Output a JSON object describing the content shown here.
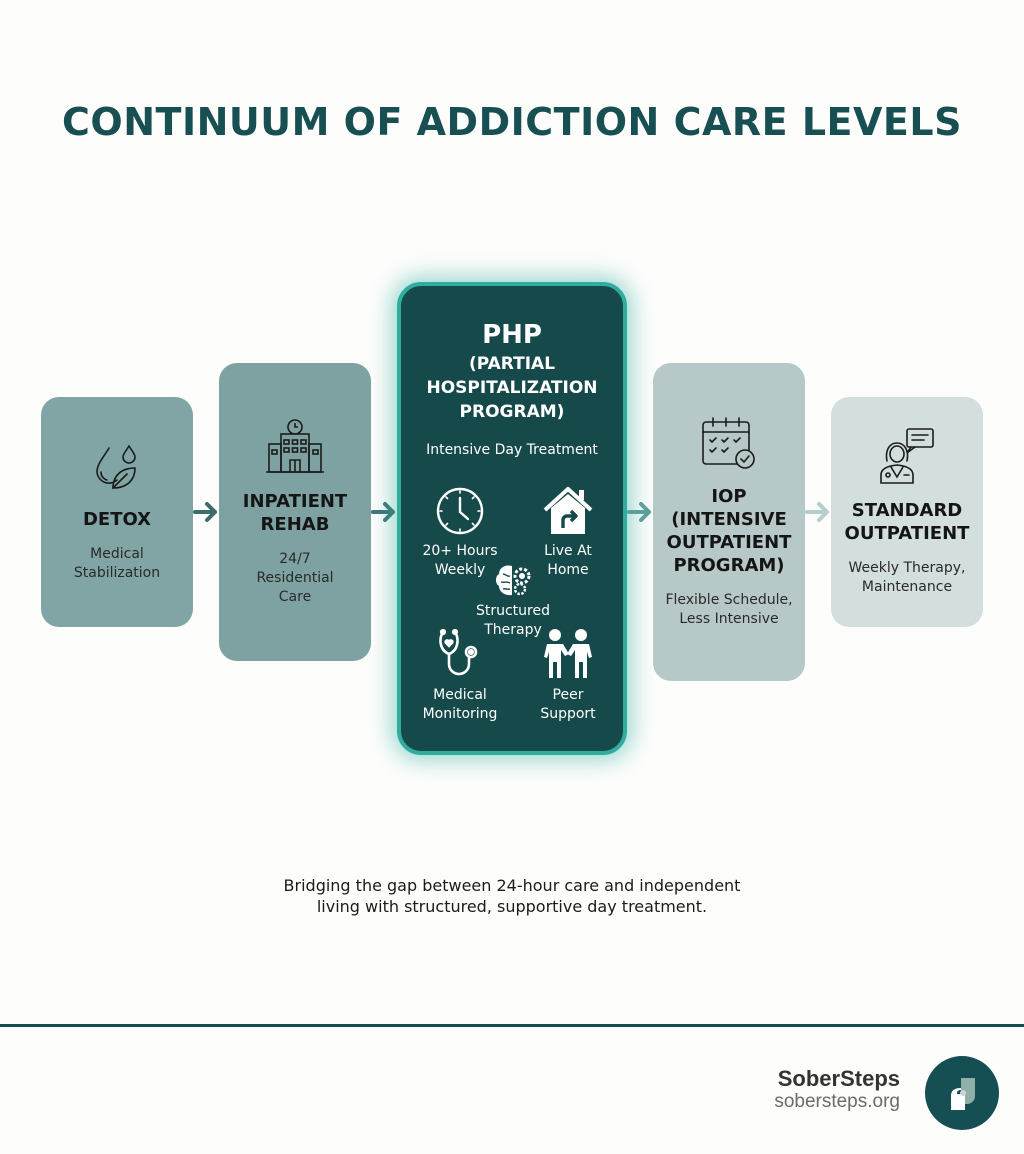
{
  "title": "CONTINUUM OF ADDICTION CARE LEVELS",
  "colors": {
    "title": "#174f52",
    "php_bg": "#16494a",
    "php_border": "#2fae9e",
    "detox_bg": "#81a5a4",
    "inpatient_bg": "#7ea2a1",
    "iop_bg": "#b6c9c8",
    "standard_bg": "#d2dfde",
    "footer_line": "#164f53"
  },
  "levels": [
    {
      "id": "detox",
      "icon": "water-drops-leaf-icon",
      "title": "DETOX",
      "subtitle": "Medical Stabilization"
    },
    {
      "id": "inpatient",
      "icon": "hospital-building-clock-icon",
      "title": "INPATIENT REHAB",
      "subtitle": "24/7 Residential Care"
    },
    {
      "id": "php",
      "title": "PHP",
      "full_name": "(PARTIAL HOSPITALIZATION PROGRAM)",
      "subtitle": "Intensive Day Treatment",
      "features": [
        {
          "icon": "clock-icon",
          "label_line1": "20+ Hours",
          "label_line2": "Weekly"
        },
        {
          "icon": "home-arrow-icon",
          "label_line1": "Live At",
          "label_line2": "Home"
        },
        {
          "icon": "brain-gear-icon",
          "label_line1": "Structured",
          "label_line2": "Therapy"
        },
        {
          "icon": "stethoscope-heart-icon",
          "label_line1": "Medical",
          "label_line2": "Monitoring"
        },
        {
          "icon": "two-people-handshake-icon",
          "label_line1": "Peer",
          "label_line2": "Support"
        }
      ]
    },
    {
      "id": "iop",
      "icon": "calendar-check-icon",
      "title": "IOP (INTENSIVE OUTPATIENT PROGRAM)",
      "subtitle": "Flexible Schedule, Less Intensive"
    },
    {
      "id": "standard",
      "icon": "doctor-speech-bubble-icon",
      "title": "STANDARD OUTPATIENT",
      "subtitle": "Weekly Therapy, Maintenance"
    }
  ],
  "detox": {
    "title": "DETOX",
    "sub1": "Medical",
    "sub2": "Stabilization"
  },
  "inpatient": {
    "title1": "INPATIENT",
    "title2": "REHAB",
    "sub1": "24/7",
    "sub2": "Residential",
    "sub3": "Care"
  },
  "php": {
    "title": "PHP",
    "full1": "(PARTIAL",
    "full2": "HOSPITALIZATION",
    "full3": "PROGRAM)",
    "subtitle": "Intensive Day Treatment",
    "f1a": "20+ Hours",
    "f1b": "Weekly",
    "f2a": "Live At",
    "f2b": "Home",
    "f3a": "Structured",
    "f3b": "Therapy",
    "f4a": "Medical",
    "f4b": "Monitoring",
    "f5a": "Peer",
    "f5b": "Support"
  },
  "iop": {
    "t1": "IOP",
    "t2": "(INTENSIVE",
    "t3": "OUTPATIENT",
    "t4": "PROGRAM)",
    "sub1": "Flexible Schedule,",
    "sub2": "Less Intensive"
  },
  "standard": {
    "t1": "STANDARD",
    "t2": "OUTPATIENT",
    "sub1": "Weekly Therapy,",
    "sub2": "Maintenance"
  },
  "tagline": {
    "line1": "Bridging the gap between 24-hour care and independent",
    "line2": "living with structured, supportive day treatment."
  },
  "footer": {
    "brand_name": "SoberSteps",
    "brand_url": "sobersteps.org"
  }
}
